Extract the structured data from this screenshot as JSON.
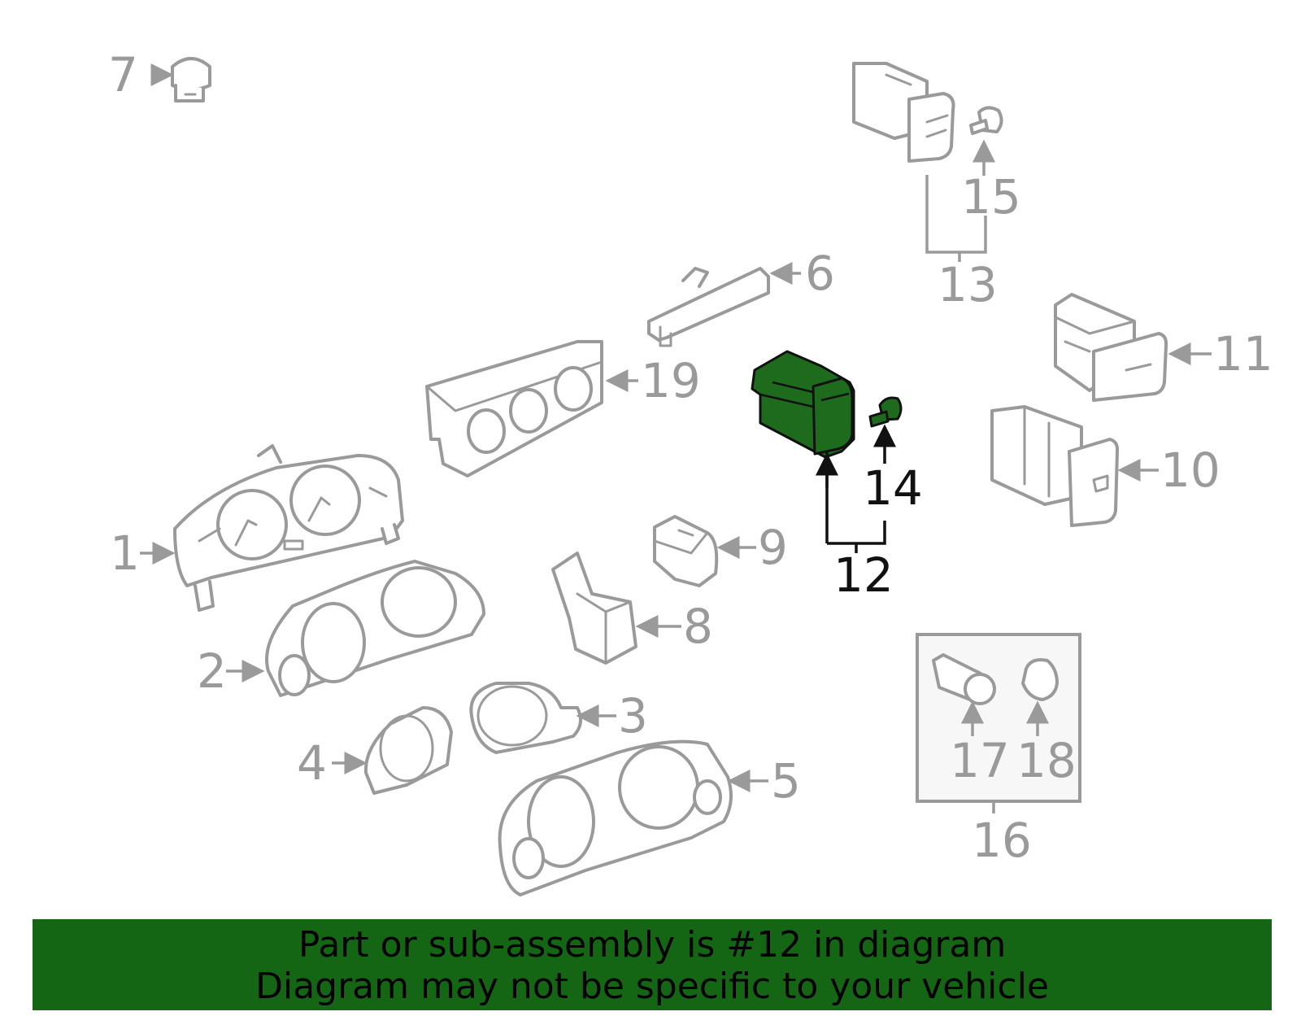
{
  "diagram": {
    "highlight_color": "#1e6b1e",
    "callouts": {
      "c1": "1",
      "c2": "2",
      "c3": "3",
      "c4": "4",
      "c5": "5",
      "c6": "6",
      "c7": "7",
      "c8": "8",
      "c9": "9",
      "c10": "10",
      "c11": "11",
      "c12": "12",
      "c13": "13",
      "c14": "14",
      "c15": "15",
      "c16": "16",
      "c17": "17",
      "c18": "18",
      "c19": "19"
    }
  },
  "banner": {
    "color": "#146614",
    "line1": "Part or sub-assembly is #12 in diagram",
    "line2": "Diagram may not be specific to your vehicle"
  }
}
